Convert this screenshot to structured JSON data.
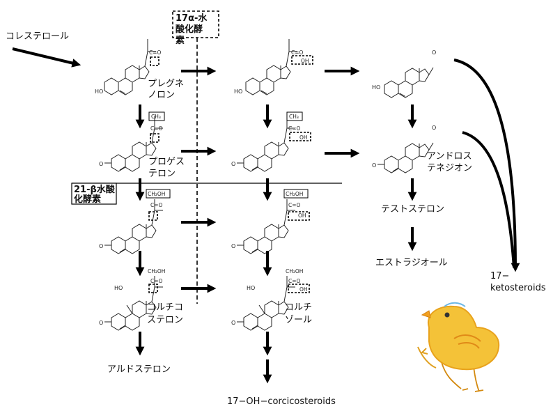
{
  "nodes": {
    "cholesterol": "コレステロール",
    "pregnenolone": [
      "プレグネ",
      "ノロン"
    ],
    "progesterone": [
      "プロゲス",
      "テロン"
    ],
    "corticosterone": [
      "コルチコ",
      "ステロン"
    ],
    "aldosterone": "アルドステロン",
    "androstenedione": [
      "アンドロス",
      "テネジオン"
    ],
    "testosterone": "テストステロン",
    "estradiol": "エストラジオール",
    "cortisol": [
      "コルチ",
      "ゾール"
    ],
    "ketosteroids": [
      "17−",
      "ketosteroids"
    ],
    "oh_corticosteroids": "17−OH−corcicosteroids"
  },
  "enzymes": {
    "hydroxylase_17a": [
      "17α-水",
      "酸化酵",
      "素"
    ],
    "hydroxylase_21b": [
      "21-β水酸",
      "化酵素"
    ]
  },
  "structure_labels": {
    "ho": "HO",
    "ch3": "CH₃",
    "co": "C=O",
    "oh": "OH",
    "ch2oh": "CH₂OH",
    "o": "O"
  }
}
